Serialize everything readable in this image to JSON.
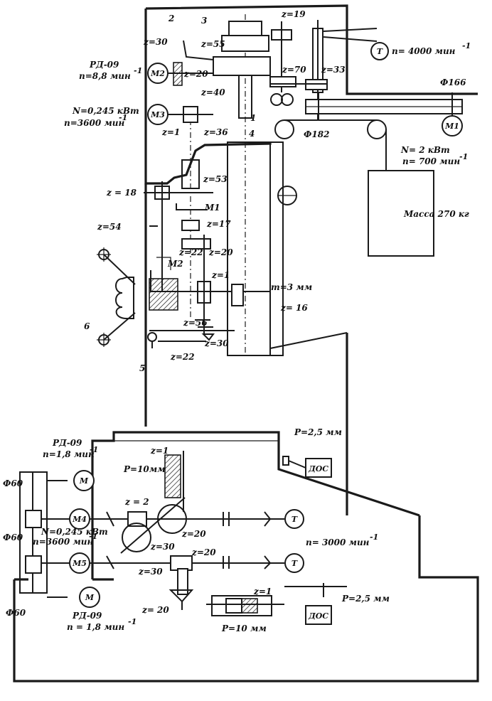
{
  "labels": {
    "z19": "z=19",
    "n4000": "n= 4000 мин",
    "n4000_exp": "-1",
    "n2": "2",
    "n3": "3",
    "z30a": "z=30",
    "z55": "z=55",
    "rd09_top": "РД-09",
    "n88": "n=8,8 мин",
    "n88_exp": "-1",
    "z20a": "z=20",
    "z70": "z=70",
    "z33": "z=33",
    "phi166": "Ф166",
    "z40": "z=40",
    "N0245a": "N=0,245 кВт",
    "n3600a": "n=3600 мин",
    "n3600a_exp": "-1",
    "n1": "1",
    "z1a": "z=1",
    "z36": "z=36",
    "phi182": "Ф182",
    "n4": "4",
    "N2": "N= 2 кВт",
    "n700": "n= 700 мин",
    "n700_exp": "-1",
    "z53": "z=53",
    "z18": "z = 18",
    "M1clutch": "M1",
    "z17": "z=17",
    "z54": "z=54",
    "mass": "Масса 270 кг",
    "z22a": "z=22",
    "z20b": "z=20",
    "M2clutch": "M2",
    "z1b": "z=1",
    "m3": "m=3 мм",
    "z16": "z= 16",
    "n6": "6",
    "z56": "z=56",
    "z30b": "z=30",
    "n5": "5",
    "z22b": "z=22",
    "rd09_mid": "РД-09",
    "n18a": "n=1,8 мин",
    "n18a_exp": "-1",
    "z1c": "z=1",
    "P25a": "P=2,5 мм",
    "P10a": "P=10мм",
    "phi60a": "Ф60",
    "z2": "z = 2",
    "N0245b": "N=0,245 кВт",
    "n3600b": "n=3600 мин",
    "n3600b_exp": "-1",
    "z20c": "z=20",
    "phi60b": "Ф60",
    "z30c": "z=30",
    "n3000": "n= 3000 мин",
    "n3000_exp": "-1",
    "z20d": "z=20",
    "z30d": "z=30",
    "z1d": "z=1",
    "P25b": "P=2,5 мм",
    "z20e": "z= 20",
    "phi60c": "Ф60",
    "rd09_bot": "РД-09",
    "n18b": "n = 1,8 мин",
    "n18b_exp": "-1",
    "P10b": "P=10 мм"
  },
  "components": {
    "M": "M",
    "M1": "M1",
    "M2": "M2",
    "M3": "M3",
    "M4": "M4",
    "M5": "M5",
    "T": "T",
    "DOS": "ДОС"
  }
}
